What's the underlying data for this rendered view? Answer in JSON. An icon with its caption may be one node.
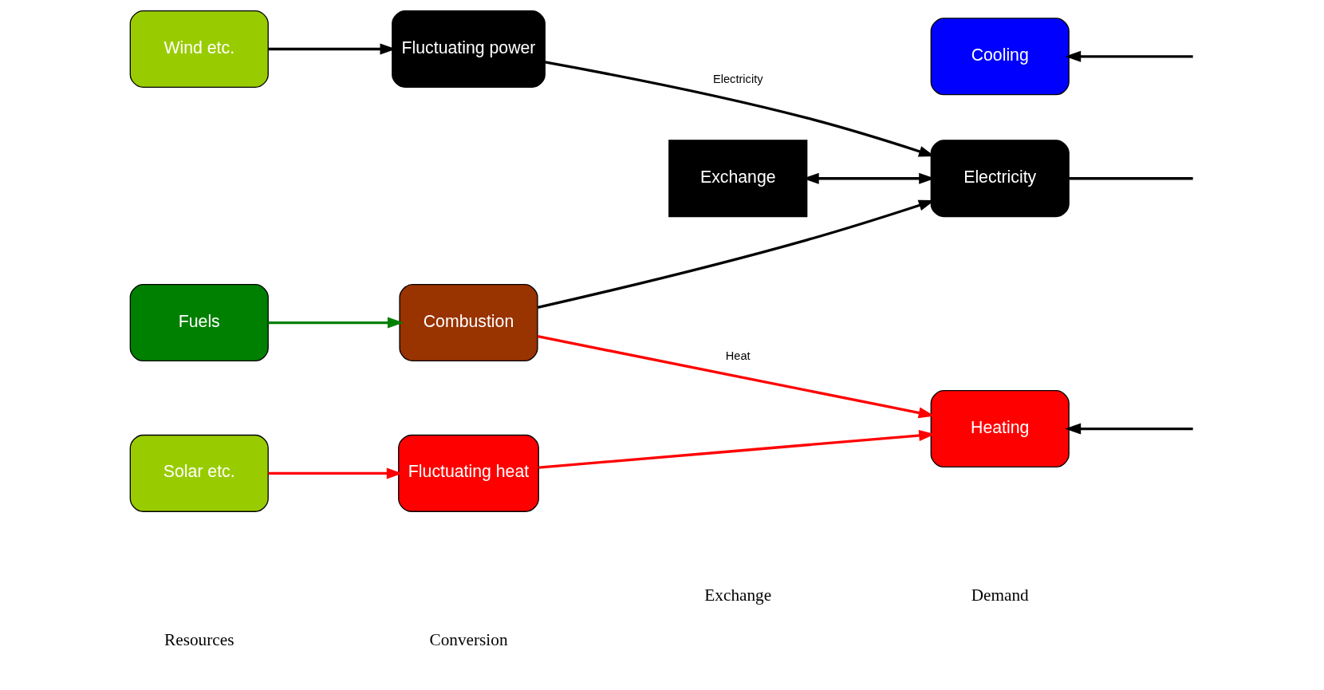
{
  "diagram": {
    "nodes": [
      {
        "text": [
          "Wind etc."
        ]
      },
      {
        "text": [
          "Fluctuating power"
        ]
      },
      {
        "text": [
          "Fuels"
        ]
      },
      {
        "text": [
          "Combustion"
        ]
      },
      {
        "text": [
          "Solar etc."
        ]
      },
      {
        "text": [
          "Fluctuating heat"
        ]
      },
      {
        "text": [
          "Exchange"
        ]
      },
      {
        "text": [
          "Electricity"
        ]
      },
      {
        "text": [
          "Cooling"
        ]
      },
      {
        "text": [
          "Heating"
        ]
      }
    ],
    "edges": [
      {
        "from": 0,
        "to": 1,
        "arrow": "to"
      },
      {
        "from": 2,
        "to": 3,
        "arrow": "to",
        "color": "#008000"
      },
      {
        "from": 4,
        "to": 5,
        "arrow": "to",
        "color": "#ff0000"
      },
      {
        "from": 1,
        "to": 7,
        "arrow": "to",
        "label": "Electricity"
      },
      {
        "from": 3,
        "to": 7,
        "arrow": "to"
      },
      {
        "from": 3,
        "to": 9,
        "arrow": "to",
        "color": "#ff0000",
        "label": "Heat"
      },
      {
        "from": 5,
        "to": 9,
        "arrow": "to",
        "color": "#ff0000"
      },
      {
        "from": 6,
        "to": 7,
        "arrow": "both"
      },
      {
        "from": 7,
        "to": null,
        "arrow": "none"
      },
      {
        "from": null,
        "to": 8,
        "arrow": "to"
      },
      {
        "from": null,
        "to": 9,
        "arrow": "to"
      }
    ],
    "labels": [
      "Resources",
      "Conversion",
      "Exchange",
      "Demand"
    ]
  }
}
